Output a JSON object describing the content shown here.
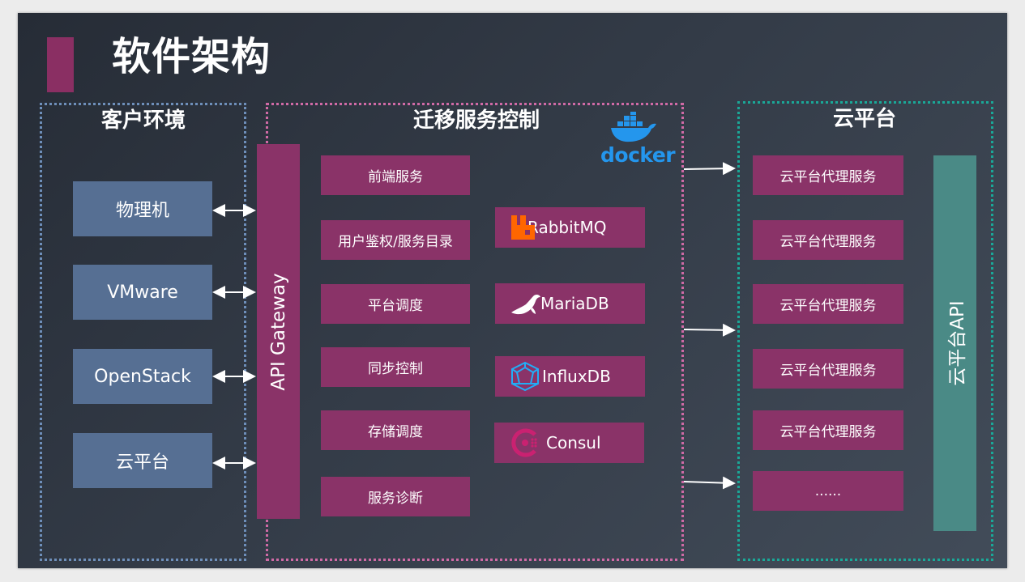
{
  "title": "软件架构",
  "regions": {
    "client": {
      "title": "客户环境"
    },
    "migration": {
      "title": "迁移服务控制"
    },
    "cloud": {
      "title": "云平台"
    }
  },
  "client_items": [
    "物理机",
    "VMware",
    "OpenStack",
    "云平台"
  ],
  "gateway": {
    "label": "API Gateway"
  },
  "services": [
    "前端服务",
    "用户鉴权/服务目录",
    "平台调度",
    "同步控制",
    "存储调度",
    "服务诊断"
  ],
  "components": [
    {
      "label": "RabbitMQ",
      "icon": "rabbitmq-icon",
      "color": "#ff6600"
    },
    {
      "label": "MariaDB",
      "icon": "mariadb-seal-icon",
      "color": "#ffffff"
    },
    {
      "label": "InfluxDB",
      "icon": "influxdb-icon",
      "color": "#22adf6"
    },
    {
      "label": "Consul",
      "icon": "consul-icon",
      "color": "#ca2171"
    }
  ],
  "docker": {
    "label": "docker",
    "icon": "docker-whale-icon",
    "color": "#2496ed"
  },
  "cloud_items": [
    "云平台代理服务",
    "云平台代理服务",
    "云平台代理服务",
    "云平台代理服务",
    "云平台代理服务",
    "......"
  ],
  "cloud_api": {
    "label": "云平台API"
  }
}
